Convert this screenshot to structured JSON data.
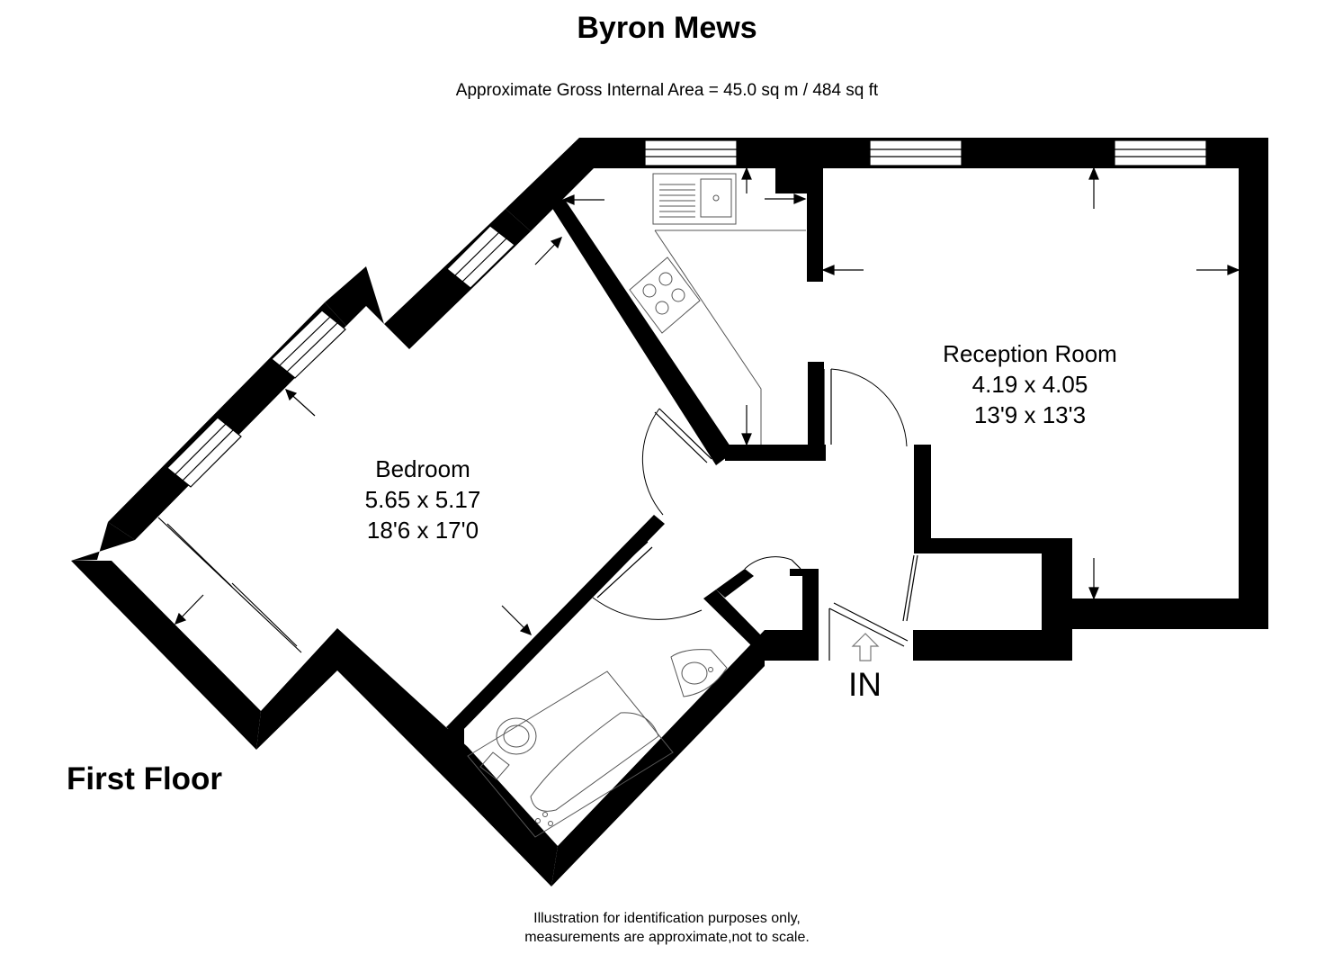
{
  "title": "Byron Mews",
  "subtitle": "Approximate Gross Internal Area = 45.0 sq m / 484 sq ft",
  "floor_label": "First Floor",
  "entrance_label": "IN",
  "rooms": {
    "bedroom": {
      "name": "Bedroom",
      "metric": "5.65 x 5.17",
      "imperial": "18'6 x 17'0"
    },
    "reception": {
      "name": "Reception Room",
      "metric": "4.19 x 4.05",
      "imperial": "13'9 x 13'3"
    }
  },
  "disclaimer": {
    "line1": "Illustration for identification purposes only,",
    "line2": "measurements are approximate,not to scale."
  },
  "colors": {
    "wall": "#000000",
    "fixture": "#555555",
    "background": "#ffffff"
  }
}
